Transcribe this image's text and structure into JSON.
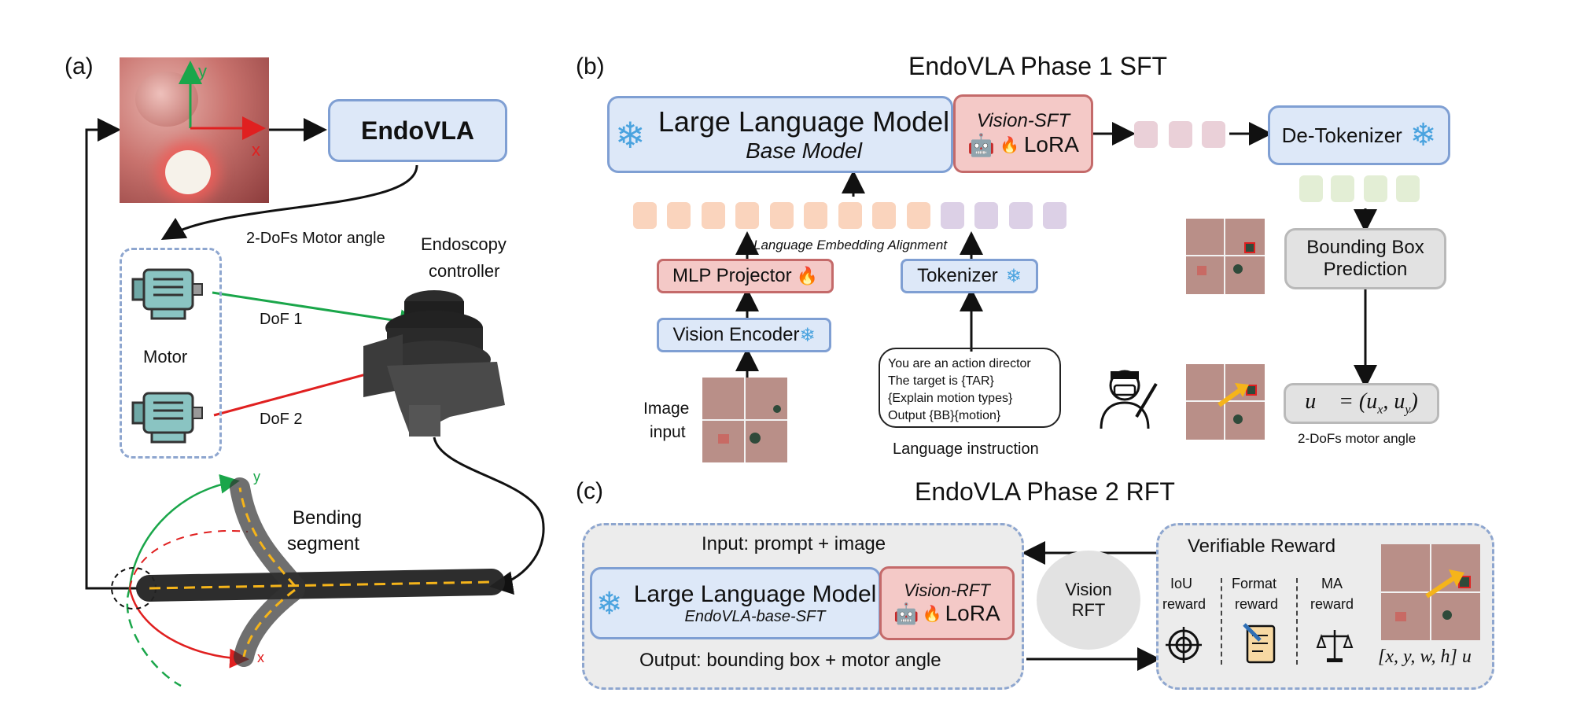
{
  "colors": {
    "blue_fill": "#dde8f8",
    "blue_border": "#7f9fd3",
    "red_fill": "#f4c9c7",
    "red_border": "#c46a6a",
    "gray_fill": "#e2e2e2",
    "token_orange": "#fad4bd",
    "token_purple": "#dcd0e6",
    "token_pink": "#ead0d8",
    "token_green": "#e3eed5",
    "arrow_green": "#1aa64a",
    "arrow_red": "#e02020",
    "arrow_yellow": "#f5b41a"
  },
  "panel_a": {
    "label": "(a)",
    "axis_y": "y",
    "axis_x": "x",
    "endovla": "EndoVLA",
    "motor_angle": "2-DoFs Motor angle",
    "motor": "Motor",
    "dof1": "DoF 1",
    "dof2": "DoF 2",
    "controller_line1": "Endoscopy",
    "controller_line2": "controller",
    "bending_line1": "Bending",
    "bending_line2": "segment",
    "bend_y": "y",
    "bend_x": "x"
  },
  "panel_b": {
    "label": "(b)",
    "title": "EndoVLA Phase 1 SFT",
    "llm_title": "Large Language Model",
    "llm_sub": "Base Model",
    "vision_sft": "Vision-SFT",
    "lora": "LoRA",
    "detokenizer": "De-Tokenizer",
    "alignment": "Language Embedding Alignment",
    "mlp": "MLP Projector",
    "tokenizer": "Tokenizer",
    "vision_encoder": "Vision Encoder",
    "image_input_line1": "Image",
    "image_input_line2": "input",
    "prompt_lines": [
      "You are an action director",
      "The target is {TAR}",
      "{Explain motion types}",
      "Output {BB}{motion}"
    ],
    "language_instruction": "Language instruction",
    "bbox_line1": "Bounding Box",
    "bbox_line2": "Prediction",
    "u_formula": "u⃗ = (u",
    "u_x": "x",
    "u_sep": ", u",
    "u_y": "y",
    "u_close": ")",
    "motor_angle_caption": "2-DoFs motor angle"
  },
  "panel_c": {
    "label": "(c)",
    "title": "EndoVLA Phase 2 RFT",
    "input_text": "Input: prompt + image",
    "llm_title": "Large Language Model",
    "llm_sub": "EndoVLA-base-SFT",
    "vision_rft": "Vision-RFT",
    "lora": "LoRA",
    "output_text": "Output: bounding box + motor angle",
    "vision_rft_line1": "Vision",
    "vision_rft_line2": "RFT",
    "verifiable_reward": "Verifiable Reward",
    "iou_line1": "IoU",
    "iou_line2": "reward",
    "format_line1": "Format",
    "format_line2": "reward",
    "ma_line1": "MA",
    "ma_line2": "reward",
    "output_formula": "[x, y, w, h] u⃗"
  }
}
